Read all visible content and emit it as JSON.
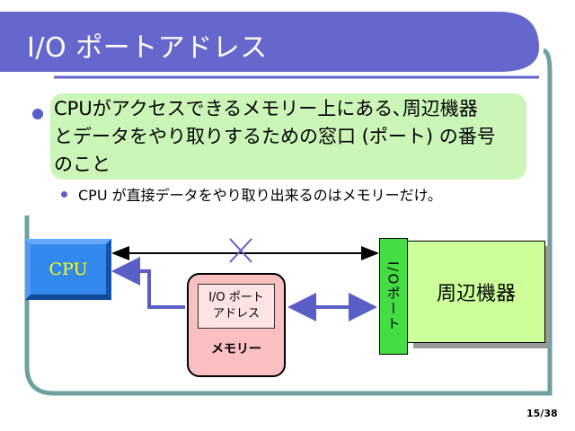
{
  "slide": {
    "title": "I/O ポートアドレス",
    "main_lines": [
      "CPUがアクセスできるメモリー上にある､周辺機器",
      "とデータをやり取りするための窓口 (ポート) の番号",
      "のこと"
    ],
    "sub_bullet": "CPU が直接データをやり取り出来るのはメモリーだけ。",
    "page_number": "15/38"
  },
  "diagram": {
    "cpu_label": "CPU",
    "io_address_lines": [
      "I/O ポート",
      "アドレス"
    ],
    "memory_label": "メモリー",
    "io_port_label": "I/Oポート",
    "device_label": "周辺機器"
  },
  "colors": {
    "title_bar": "#6667cc",
    "frame": "#6ea0a0",
    "highlight": "#ccf5b8",
    "cpu": "#3388ee",
    "memory": "#f9bfc1",
    "port": "#44dd44",
    "device": "#ccff99",
    "arrow": "#5a5fc8"
  }
}
